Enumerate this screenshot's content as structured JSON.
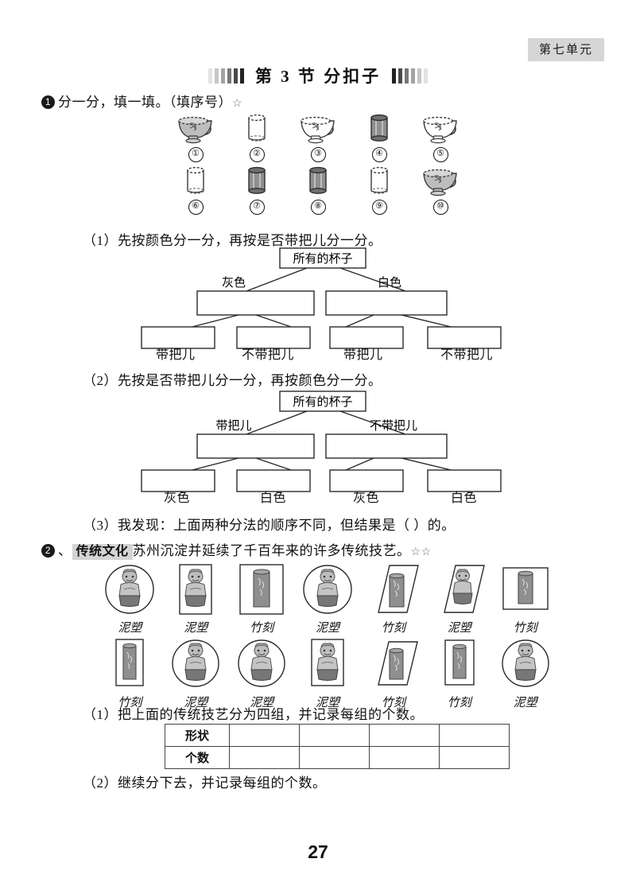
{
  "header": {
    "unit": "第七单元"
  },
  "title": {
    "text": "第 3 节   分扣子"
  },
  "page_number": "27",
  "q1": {
    "marker": "1",
    "prompt": "分一分，填一填。（填序号）",
    "star": "☆",
    "cups": [
      {
        "num": "①",
        "shape": "teacup",
        "color": "gray",
        "handle": true
      },
      {
        "num": "②",
        "shape": "cylinder",
        "color": "white",
        "handle": false
      },
      {
        "num": "③",
        "shape": "teacup",
        "color": "white",
        "handle": true
      },
      {
        "num": "④",
        "shape": "cylinder",
        "color": "gray",
        "handle": false
      },
      {
        "num": "⑤",
        "shape": "teacup",
        "color": "white",
        "handle": true
      },
      {
        "num": "⑥",
        "shape": "cylinder",
        "color": "white",
        "handle": false
      },
      {
        "num": "⑦",
        "shape": "cylinder",
        "color": "gray",
        "handle": false
      },
      {
        "num": "⑧",
        "shape": "cylinder",
        "color": "gray",
        "handle": false
      },
      {
        "num": "⑨",
        "shape": "cylinder",
        "color": "white",
        "handle": false
      },
      {
        "num": "⑩",
        "shape": "teacup",
        "color": "gray",
        "handle": true
      }
    ],
    "sub1": {
      "label": "（1）先按颜色分一分，再按是否带把儿分一分。",
      "tree": {
        "root": "所有的杯子",
        "level1": [
          "灰色",
          "白色"
        ],
        "level2": [
          "带把儿",
          "不带把儿",
          "带把儿",
          "不带把儿"
        ]
      }
    },
    "sub2": {
      "label": "（2）先按是否带把儿分一分，再按颜色分一分。",
      "tree": {
        "root": "所有的杯子",
        "level1": [
          "带把儿",
          "不带把儿"
        ],
        "level2": [
          "灰色",
          "白色",
          "灰色",
          "白色"
        ]
      }
    },
    "sub3": {
      "label": "（3）我发现：上面两种分法的顺序不同，但结果是（        ）的。"
    }
  },
  "q2": {
    "marker": "2",
    "tag": "传统文化",
    "prompt_prefix": "、",
    "prompt": "苏州沉淀并延续了千百年来的许多传统技艺。",
    "stars": "☆☆",
    "crafts_row1": [
      {
        "frame": "circle",
        "subject": "figurine",
        "label": "泥塑"
      },
      {
        "frame": "rect",
        "subject": "figurine",
        "label": "泥塑"
      },
      {
        "frame": "square",
        "subject": "bamboo",
        "label": "竹刻"
      },
      {
        "frame": "circle",
        "subject": "figurine",
        "label": "泥塑"
      },
      {
        "frame": "parallelogram",
        "subject": "bamboo",
        "label": "竹刻"
      },
      {
        "frame": "parallelogram",
        "subject": "figurine",
        "label": "泥塑"
      },
      {
        "frame": "rect",
        "subject": "bamboo",
        "label": "竹刻"
      }
    ],
    "crafts_row2": [
      {
        "frame": "rect",
        "subject": "bamboo",
        "label": "竹刻"
      },
      {
        "frame": "circle",
        "subject": "figurine",
        "label": "泥塑"
      },
      {
        "frame": "circle",
        "subject": "figurine",
        "label": "泥塑"
      },
      {
        "frame": "rect",
        "subject": "figurine",
        "label": "泥塑"
      },
      {
        "frame": "parallelogram",
        "subject": "bamboo",
        "label": "竹刻"
      },
      {
        "frame": "rect",
        "subject": "bamboo",
        "label": "竹刻"
      },
      {
        "frame": "circle",
        "subject": "figurine",
        "label": "泥塑"
      }
    ],
    "sub1": {
      "label": "（1）把上面的传统技艺分为四组，并记录每组的个数。",
      "table": {
        "rows": [
          {
            "header": "形状",
            "cells": [
              "",
              "",
              "",
              ""
            ]
          },
          {
            "header": "个数",
            "cells": [
              "",
              "",
              "",
              ""
            ]
          }
        ]
      }
    },
    "sub2": {
      "label": "（2）继续分下去，并记录每组的个数。"
    }
  }
}
